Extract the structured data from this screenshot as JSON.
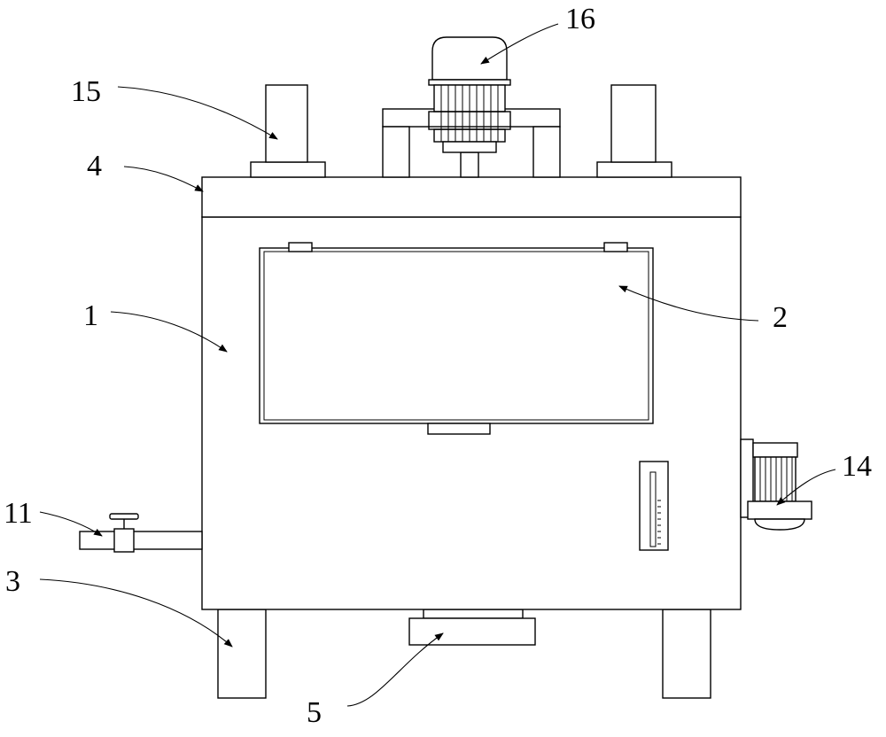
{
  "labels": {
    "l1": "1",
    "l2": "2",
    "l3": "3",
    "l4": "4",
    "l5": "5",
    "l11": "11",
    "l14": "14",
    "l15": "15",
    "l16": "16"
  }
}
